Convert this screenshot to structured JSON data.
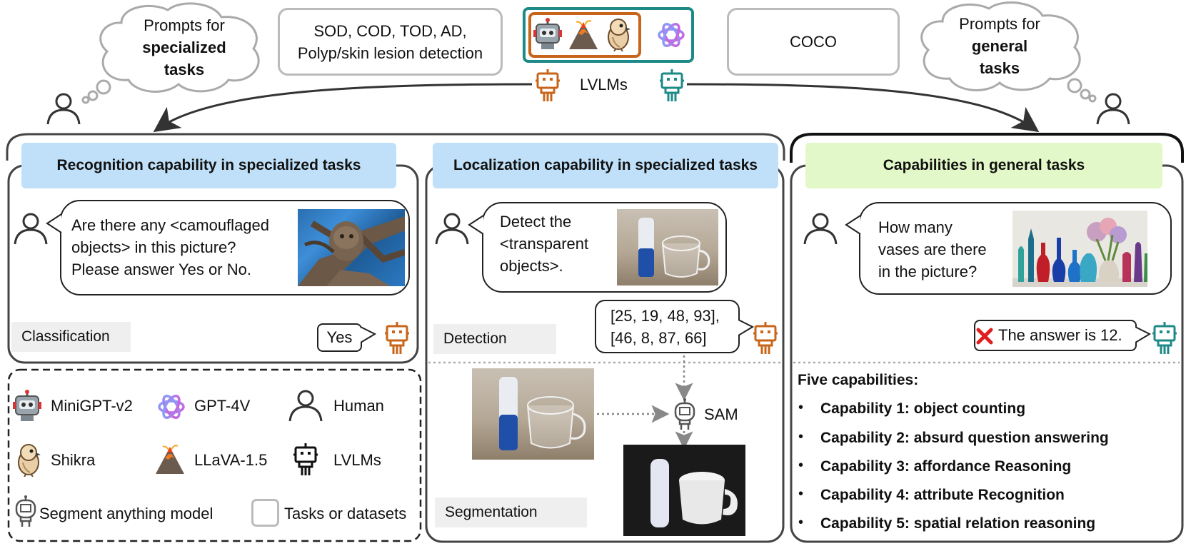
{
  "top": {
    "specialized_cloud": {
      "line1": "Prompts for",
      "line2": "specialized",
      "line3": "tasks"
    },
    "general_cloud": {
      "line1": "Prompts for",
      "line2": "general",
      "line3": "tasks"
    },
    "specialized_datasets": {
      "line1": "SOD, COD, TOD, AD,",
      "line2": "Polyp/skin lesion detection"
    },
    "general_dataset": "COCO",
    "lvlms_label": "LVLMs"
  },
  "panels": {
    "recognition": {
      "title": "Recognition capability in specialized tasks",
      "question": [
        "Are there any <camouflaged",
        "objects> in this picture?",
        "Please answer Yes or No."
      ],
      "answer": "Yes",
      "task_label": "Classification"
    },
    "localization": {
      "title": "Localization capability in specialized tasks",
      "question": [
        "Detect the",
        "<transparent",
        "objects>."
      ],
      "answer": [
        "[25, 19, 48, 93],",
        "[46, 8, 87, 66]"
      ],
      "detection_label": "Detection",
      "segmentation_label": "Segmentation",
      "sam_label": "SAM"
    },
    "general": {
      "title": "Capabilities in general tasks",
      "question": [
        "How many",
        "vases are there",
        "in the picture?"
      ],
      "answer": "The answer is 12.",
      "capabilities_title": "Five capabilities:",
      "capabilities": [
        "Capability 1: object counting",
        "Capability 2: absurd question answering",
        "Capability 3: affordance Reasoning",
        "Capability 4: attribute Recognition",
        "Capability 5: spatial relation reasoning"
      ]
    }
  },
  "legend": {
    "minigpt": "MiniGPT-v2",
    "gpt4v": "GPT-4V",
    "human": "Human",
    "shikra": "Shikra",
    "llava": "LLaVA-1.5",
    "lvlms": "LVLMs",
    "sam": "Segment anything model",
    "tasks": "Tasks or datasets"
  },
  "colors": {
    "orange": "#c8651a",
    "teal": "#1d8a87",
    "blue_header": "#bfe0f8",
    "green_header": "#e3f8c8",
    "error_red": "#e01e1e"
  },
  "icons": [
    "person-icon",
    "robot-icon",
    "sam-robot-icon",
    "gpt4v-icon",
    "minigpt-icon",
    "llava-icon",
    "shikra-icon",
    "cross-icon",
    "cloud-icon"
  ]
}
